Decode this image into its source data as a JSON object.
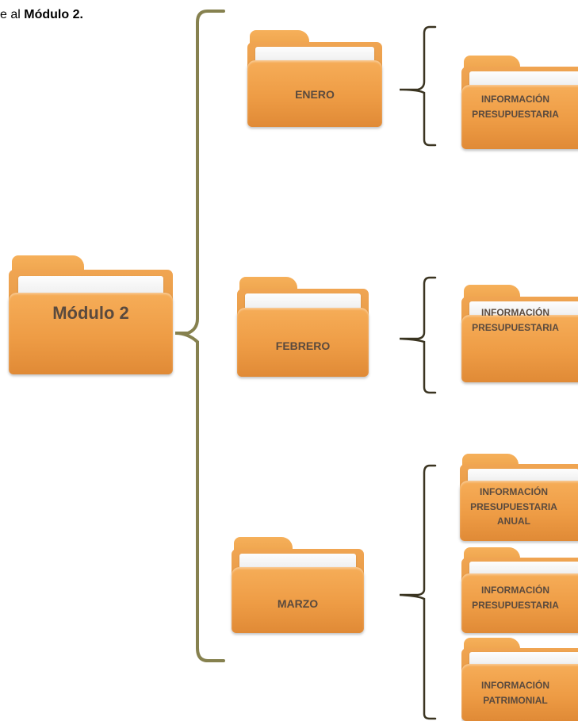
{
  "intro": {
    "prefix": "e al ",
    "bold": "Módulo 2."
  },
  "colors": {
    "bracket": "#86814f",
    "folder": "#ee9c45",
    "label": "#5a4a3e"
  },
  "root": {
    "label": "Módulo 2"
  },
  "months": [
    {
      "label": "ENERO",
      "items": [
        "INFORMACIÓN\nPRESUPUESTARIA"
      ]
    },
    {
      "label": "FEBRERO",
      "items": [
        "INFORMACIÓN\nPRESUPUESTARIA"
      ]
    },
    {
      "label": "MARZO",
      "items": [
        "INFORMACIÓN\nPRESUPUESTARIA\nANUAL",
        "INFORMACIÓN\nPRESUPUESTARIA",
        "INFORMACIÓN\nPATRIMONIAL"
      ]
    }
  ]
}
